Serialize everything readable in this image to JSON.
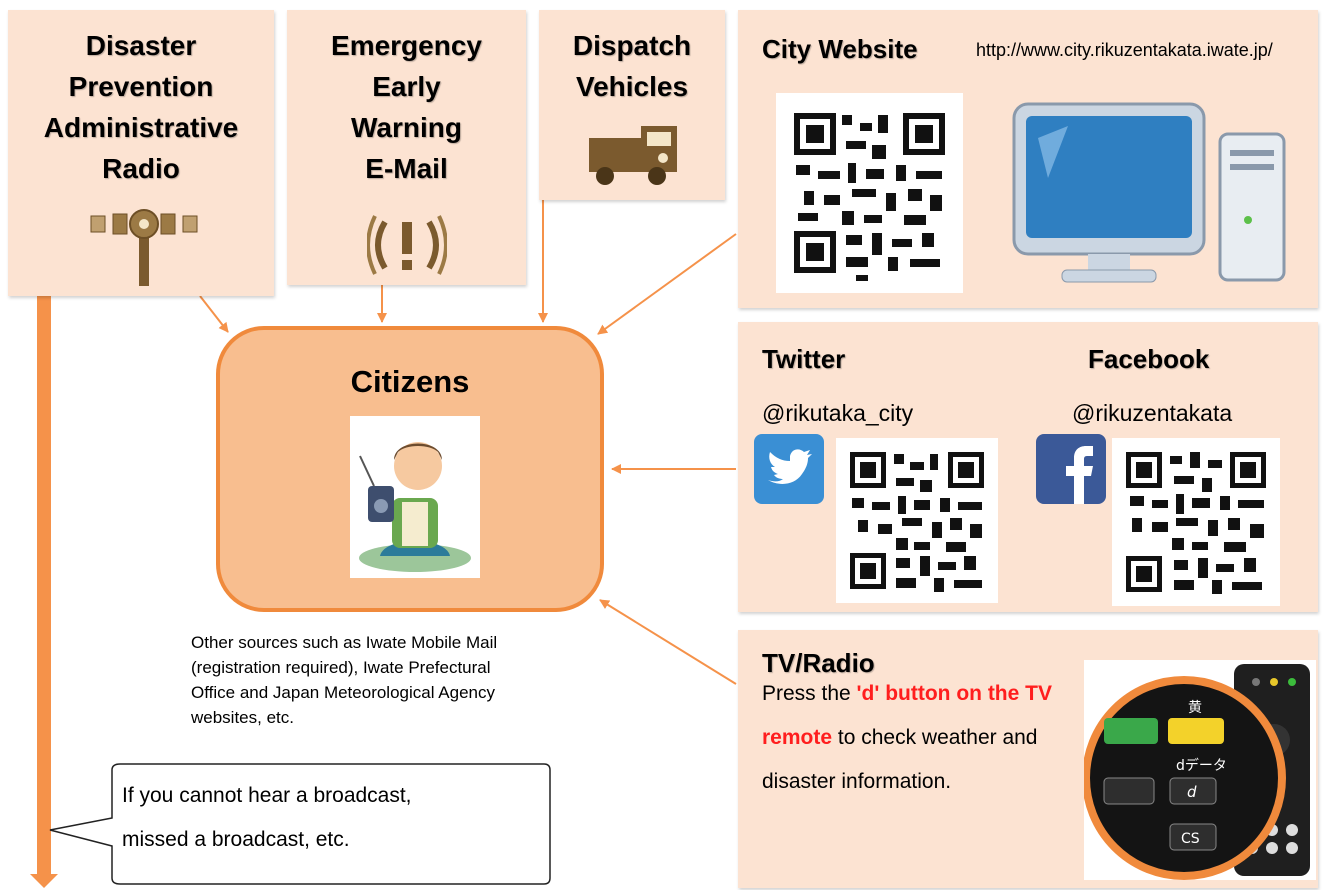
{
  "sources": {
    "disaster_radio": [
      "Disaster",
      "Prevention",
      "Administrative",
      "Radio"
    ],
    "emergency_mail": [
      "Emergency",
      "Early",
      "Warning",
      "E-Mail"
    ],
    "dispatch": [
      "Dispatch",
      "Vehicles"
    ]
  },
  "center": {
    "title": "Citizens"
  },
  "city_website": {
    "title": "City Website",
    "url": "http://www.city.rikuzentakata.iwate.jp/"
  },
  "social": {
    "twitter": {
      "title": "Twitter",
      "handle": "@rikutaka_city"
    },
    "facebook": {
      "title": "Facebook",
      "handle": "@rikuzentakata"
    }
  },
  "other_sources": [
    "Other sources such as Iwate Mobile Mail",
    "(registration required), Iwate Prefectural",
    "Office and Japan Meteorological Agency",
    "websites, etc."
  ],
  "bubble": [
    "If you cannot hear a broadcast,",
    "missed a broadcast, etc."
  ],
  "tv": {
    "title": "TV/Radio",
    "text_pre": "Press the ",
    "text_red": "'d' button on the TV remote",
    "text_post": " to check weather and disaster information.",
    "remote_label_top": "黄",
    "remote_label_d": "dデータ",
    "remote_label_cs": "CS"
  },
  "colors": {
    "box": "#fce3d2",
    "arrow": "#f5924a",
    "citizens_fill": "#f8be8f",
    "citizens_border": "#f08a3c",
    "emphasis": "#ff1e1e"
  }
}
